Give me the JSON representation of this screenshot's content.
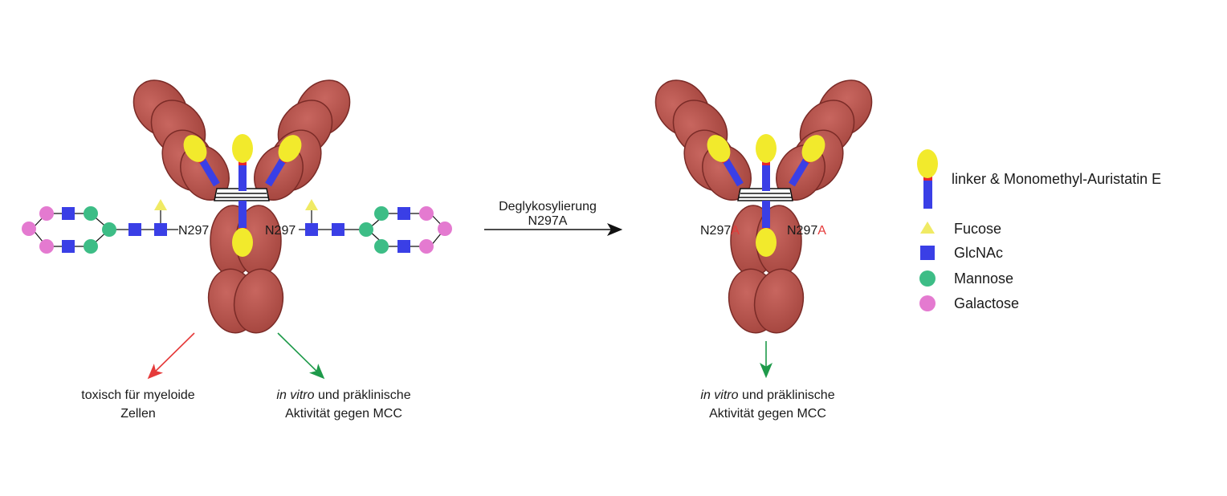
{
  "process": {
    "line1": "Deglykosylierung",
    "line2": "N297A"
  },
  "left_antibody": {
    "site_left": "N297",
    "site_right": "N297",
    "outcome_1_line1": "toxisch für myeloide",
    "outcome_1_line2": "Zellen",
    "outcome_2_italic": "in vitro",
    "outcome_2_rest": " und präklinische",
    "outcome_2_line2": "Aktivität gegen MCC"
  },
  "right_antibody": {
    "site_prefix": "N297",
    "site_mutation": "A",
    "outcome_italic": "in vitro",
    "outcome_rest": " und präklinische",
    "outcome_line2": "Aktivität gegen MCC"
  },
  "legend": {
    "drug": "linker & Monomethyl-Auristatin E",
    "fucose": "Fucose",
    "glcnac": "GlcNAc",
    "mannose": "Mannose",
    "galactose": "Galactose"
  },
  "colors": {
    "antibody_fill": "#b5534e",
    "antibody_stroke": "#7a2b27",
    "payload": "#f2ea2c",
    "linker": "#3a3fe6",
    "linker_tip": "#e8262a",
    "fucose": "#f0ea64",
    "glcnac": "#3a3fe6",
    "mannose": "#3dbd86",
    "galactose": "#e47ad0",
    "arrow_red": "#e53a3a",
    "arrow_green": "#1e9a4a",
    "arrow_black": "#111111",
    "mutation_red": "#e53a3a"
  }
}
